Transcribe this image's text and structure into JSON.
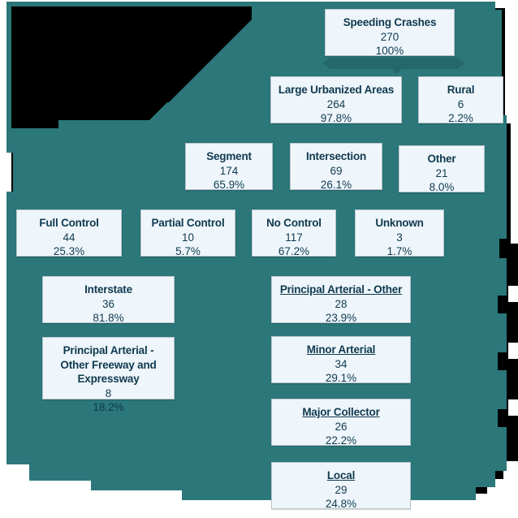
{
  "theme": {
    "panel_color": "#2b777a",
    "panel_shadow_color": "#000000",
    "node_fill": "#eef6fb",
    "node_border": "#b9c4cc",
    "text_color": "#10394f",
    "connector_color": "#25686b"
  },
  "chart_data": {
    "type": "diagram",
    "title": "Speeding Crashes",
    "root": {
      "label": "Speeding Crashes",
      "count": "270",
      "pct": "100%"
    },
    "levels": [
      {
        "name": "area-type",
        "nodes": [
          {
            "label": "Large Urbanized Areas",
            "count": "264",
            "pct": "97.8%"
          },
          {
            "label": "Rural",
            "count": "6",
            "pct": "2.2%"
          }
        ]
      },
      {
        "name": "location-type",
        "nodes": [
          {
            "label": "Segment",
            "count": "174",
            "pct": "65.9%"
          },
          {
            "label": "Intersection",
            "count": "69",
            "pct": "26.1%"
          },
          {
            "label": "Other",
            "count": "21",
            "pct": "8.0%"
          }
        ]
      },
      {
        "name": "access-control",
        "nodes": [
          {
            "label": "Full Control",
            "count": "44",
            "pct": "25.3%"
          },
          {
            "label": "Partial Control",
            "count": "10",
            "pct": "5.7%"
          },
          {
            "label": "No Control",
            "count": "117",
            "pct": "67.2%"
          },
          {
            "label": "Unknown",
            "count": "3",
            "pct": "1.7%"
          }
        ]
      },
      {
        "name": "functional-class-left",
        "nodes": [
          {
            "label": "Interstate",
            "count": "36",
            "pct": "81.8%"
          },
          {
            "label": "Principal Arterial - Other Freeway and Expressway",
            "count": "8",
            "pct": "18.2%"
          }
        ]
      },
      {
        "name": "functional-class-right",
        "nodes": [
          {
            "label": "Principal Arterial - Other",
            "count": "28",
            "pct": "23.9%"
          },
          {
            "label": "Minor Arterial",
            "count": "34",
            "pct": "29.1%"
          },
          {
            "label": "Major Collector",
            "count": "26",
            "pct": "22.2%"
          },
          {
            "label": "Local",
            "count": "29",
            "pct": "24.8%"
          }
        ]
      }
    ]
  },
  "nodes": {
    "root": {
      "label": "Speeding Crashes",
      "count": "270",
      "pct": "100%"
    },
    "large_urbanized": {
      "label": "Large Urbanized Areas",
      "count": "264",
      "pct": "97.8%"
    },
    "rural": {
      "label": "Rural",
      "count": "6",
      "pct": "2.2%"
    },
    "segment": {
      "label": "Segment",
      "count": "174",
      "pct": "65.9%"
    },
    "intersection": {
      "label": "Intersection",
      "count": "69",
      "pct": "26.1%"
    },
    "other": {
      "label": "Other",
      "count": "21",
      "pct": "8.0%"
    },
    "full_control": {
      "label": "Full Control",
      "count": "44",
      "pct": "25.3%"
    },
    "partial_control": {
      "label": "Partial Control",
      "count": "10",
      "pct": "5.7%"
    },
    "no_control": {
      "label": "No Control",
      "count": "117",
      "pct": "67.2%"
    },
    "unknown": {
      "label": "Unknown",
      "count": "3",
      "pct": "1.7%"
    },
    "interstate": {
      "label": "Interstate",
      "count": "36",
      "pct": "81.8%"
    },
    "pa_freeway": {
      "label": "Principal Arterial - Other Freeway and Expressway",
      "count": "8",
      "pct": "18.2%"
    },
    "pa_other": {
      "label": "Principal Arterial - Other",
      "count": "28",
      "pct": "23.9%"
    },
    "minor_arterial": {
      "label": "Minor Arterial",
      "count": "34",
      "pct": "29.1%"
    },
    "major_collector": {
      "label": "Major Collector",
      "count": "26",
      "pct": "22.2%"
    },
    "local": {
      "label": "Local",
      "count": "29",
      "pct": "24.8%"
    }
  }
}
